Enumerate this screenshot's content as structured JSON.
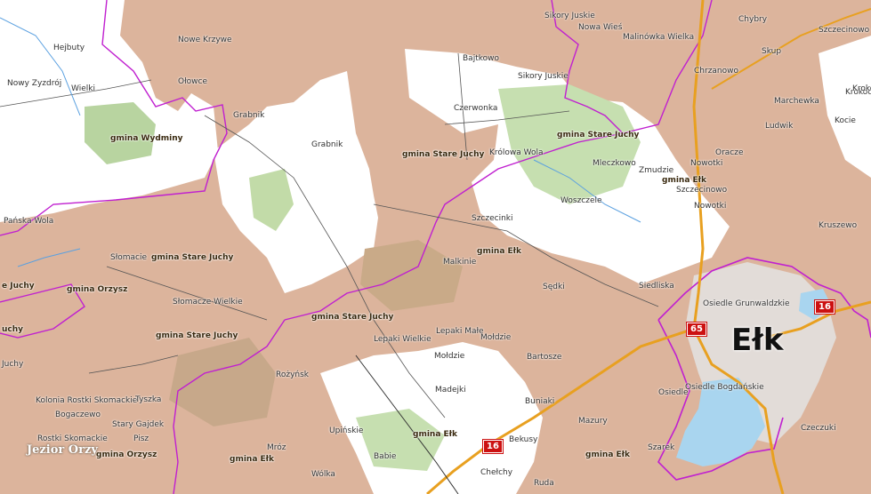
{
  "map": {
    "city_label": "Ełk",
    "lake_label": "Jezior Orzy",
    "gmina_labels": [
      "gmina Wydminy",
      "gmina Stare Juchy",
      "gmina Stare Juchy",
      "gmina Stare Juchy",
      "gmina Stare Juchy",
      "gmina Stare Juchy",
      "gmina Ełk",
      "gmina Ełk",
      "gmina Ełk",
      "gmina Ełk",
      "gmina Ełk",
      "gmina Orzysz",
      "gmina Orzysz",
      "e Juchy",
      "uchy"
    ],
    "places": [
      "Hejbuty",
      "Nowe Krzywe",
      "Ołowce",
      "Sikory Juskie",
      "Nowa Wieś",
      "Malinówka Wielka",
      "Bajtkowo",
      "Chrzanowo",
      "Skup",
      "Sikory Juskie",
      "Chybry",
      "Szczecinowo",
      "Czerwonka",
      "Grabnik",
      "Grabnik",
      "Królowa Wola",
      "Mleczkowo",
      "Zmudzie",
      "Szczecinowo",
      "Woszczele",
      "Szczecinki",
      "Malkinie",
      "Sędki",
      "Siedliska",
      "Słomacie",
      "Słomacze Wielkie",
      "Rożyńsk",
      "Lepaki Wielkie",
      "Lepaki Małe",
      "Mołdzie",
      "Mołdzie",
      "Bartosze",
      "Madejki",
      "Buniaki",
      "Bekusy",
      "Chełchy",
      "Stary Gajdek",
      "Bogaczewo",
      "Kolonia Rostki Skomackie",
      "Rostki Skomackie",
      "Upińskie",
      "Krokocie",
      "Osiedle Bogdańskie",
      "Osiedle Grunwaldzkie",
      "Szarek",
      "Nowy Zyzdrój",
      "Pańska Wola",
      "Wielki",
      "Krokowo",
      "Kocie",
      "Nowotki",
      "Osiedle",
      "Oracze",
      "Ludwik",
      "Czeczuki",
      "Babie",
      "Ruda",
      "Juchy",
      "Tyszka",
      "Pisz",
      "Nowotki",
      "Marchewka",
      "Kruszewo",
      "Mazury",
      "Mróz",
      "Wólka"
    ],
    "roads": [
      "65",
      "16",
      "16"
    ]
  }
}
